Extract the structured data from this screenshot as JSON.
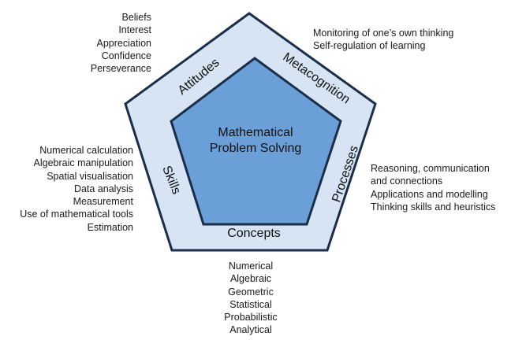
{
  "center": {
    "line1": "Mathematical",
    "line2": "Problem Solving"
  },
  "components": {
    "attitudes": {
      "label": "Attitudes",
      "items": [
        "Beliefs",
        "Interest",
        "Appreciation",
        "Confidence",
        "Perseverance"
      ]
    },
    "metacognition": {
      "label": "Metacognition",
      "items": [
        "Monitoring of one’s own thinking",
        "Self-regulation of learning"
      ]
    },
    "processes": {
      "label": "Processes",
      "items": [
        "Reasoning, communication",
        "and connections",
        "Applications and modelling",
        "Thinking skills and heuristics"
      ]
    },
    "concepts": {
      "label": "Concepts",
      "items": [
        "Numerical",
        "Algebraic",
        "Geometric",
        "Statistical",
        "Probabilistic",
        "Analytical"
      ]
    },
    "skills": {
      "label": "Skills",
      "items": [
        "Numerical calculation",
        "Algebraic manipulation",
        "Spatial visualisation",
        "Data analysis",
        "Measurement",
        "Use of mathematical tools",
        "Estimation"
      ]
    }
  },
  "colors": {
    "outer_fill": "#d6e4f3",
    "inner_fill": "#6a9fd8",
    "stroke": "#1a2e4a"
  }
}
